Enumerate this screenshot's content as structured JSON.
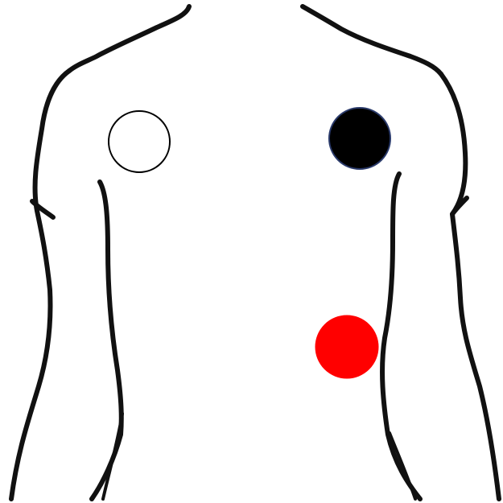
{
  "markers": [
    {
      "name": "right-chest-marker",
      "fill": "#ffffff",
      "stroke": "#000000"
    },
    {
      "name": "left-chest-marker",
      "fill": "#000000",
      "stroke": "#2a3a6a"
    },
    {
      "name": "left-flank-marker",
      "fill": "#ff0000",
      "stroke": "#ff0000"
    }
  ]
}
